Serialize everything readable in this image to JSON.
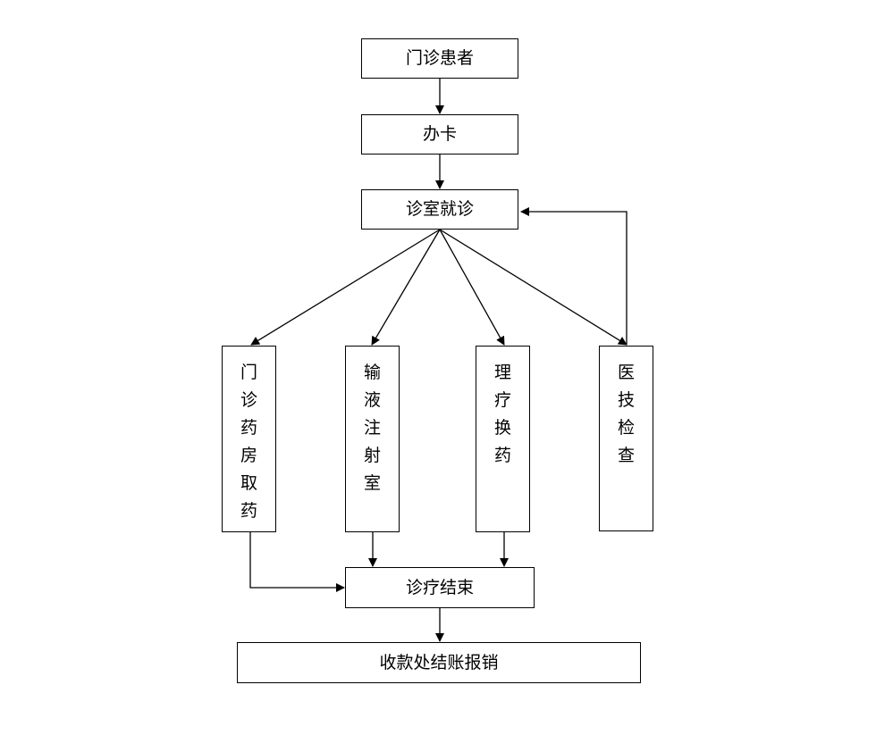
{
  "flowchart": {
    "patient": "门诊患者",
    "card": "办卡",
    "consult": "诊室就诊",
    "pharmacy": [
      "门",
      "诊",
      "药",
      "房",
      "取",
      "药"
    ],
    "infusion": [
      "输",
      "液",
      "注",
      "射",
      "室"
    ],
    "therapy": [
      "理",
      "疗",
      "换",
      "药"
    ],
    "medtech": [
      "医",
      "技",
      "检",
      "查"
    ],
    "end": "诊疗结束",
    "checkout": "收款处结账报销"
  }
}
